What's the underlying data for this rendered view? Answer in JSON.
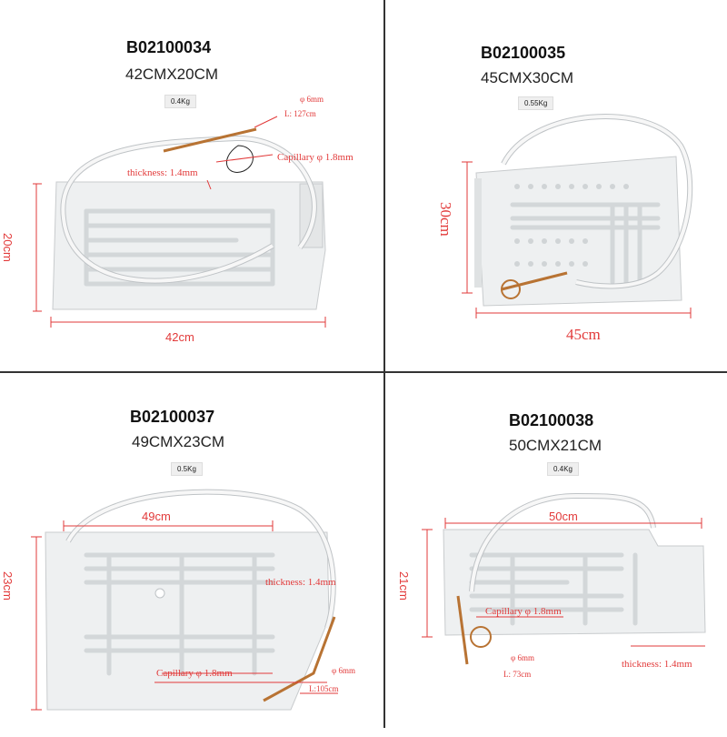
{
  "products": [
    {
      "code": "B02100034",
      "size": "42CMX20CM",
      "weight": "0.4Kg",
      "diameter": "φ 6mm",
      "length": "L: 127cm",
      "capillary": "Capillary φ 1.8mm",
      "thickness": "thickness: 1.4mm",
      "height_dim": "20cm",
      "width_dim": "42cm"
    },
    {
      "code": "B02100035",
      "size": "45CMX30CM",
      "weight": "0.55Kg",
      "height_dim": "30cm",
      "width_dim": "45cm"
    },
    {
      "code": "B02100037",
      "size": "49CMX23CM",
      "weight": "0.5Kg",
      "width_dim": "49cm",
      "height_dim": "23cm",
      "thickness": "thickness: 1.4mm",
      "capillary": "Capillary φ 1.8mm",
      "diameter": "φ 6mm",
      "length": "L:105cm"
    },
    {
      "code": "B02100038",
      "size": "50CMX21CM",
      "weight": "0.4Kg",
      "width_dim": "50cm",
      "height_dim": "21cm",
      "capillary": "Capillary φ 1.8mm",
      "diameter": "φ 6mm",
      "length": "L: 73cm",
      "thickness": "thickness: 1.4mm"
    }
  ],
  "colors": {
    "annotation": "#e23a3a",
    "panel": "#eef0f1",
    "divider": "#333333"
  }
}
